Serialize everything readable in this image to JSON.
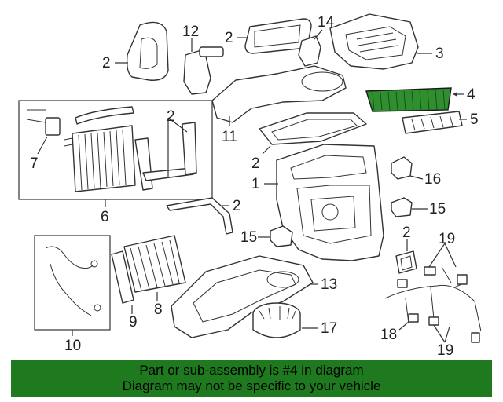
{
  "callouts": {
    "c2a": "2",
    "c12": "12",
    "c2b": "2",
    "c14": "14",
    "c3": "3",
    "c4": "4",
    "c5": "5",
    "c2c": "2",
    "c11": "11",
    "c7": "7",
    "c2d": "2",
    "c1": "1",
    "c16": "16",
    "c6": "6",
    "c2e": "2",
    "c15a": "15",
    "c15b": "15",
    "c2f": "2",
    "c19a": "19",
    "c13": "13",
    "c8": "8",
    "c9": "9",
    "c10": "10",
    "c17": "17",
    "c18": "18",
    "c19b": "19"
  },
  "highlighted_part": "4",
  "colors": {
    "highlight": "#2f8f2f",
    "banner": "#1f7a1f"
  },
  "banner": {
    "line1": "Part or sub-assembly is #4 in diagram",
    "line2": "Diagram may not be specific to your vehicle"
  }
}
